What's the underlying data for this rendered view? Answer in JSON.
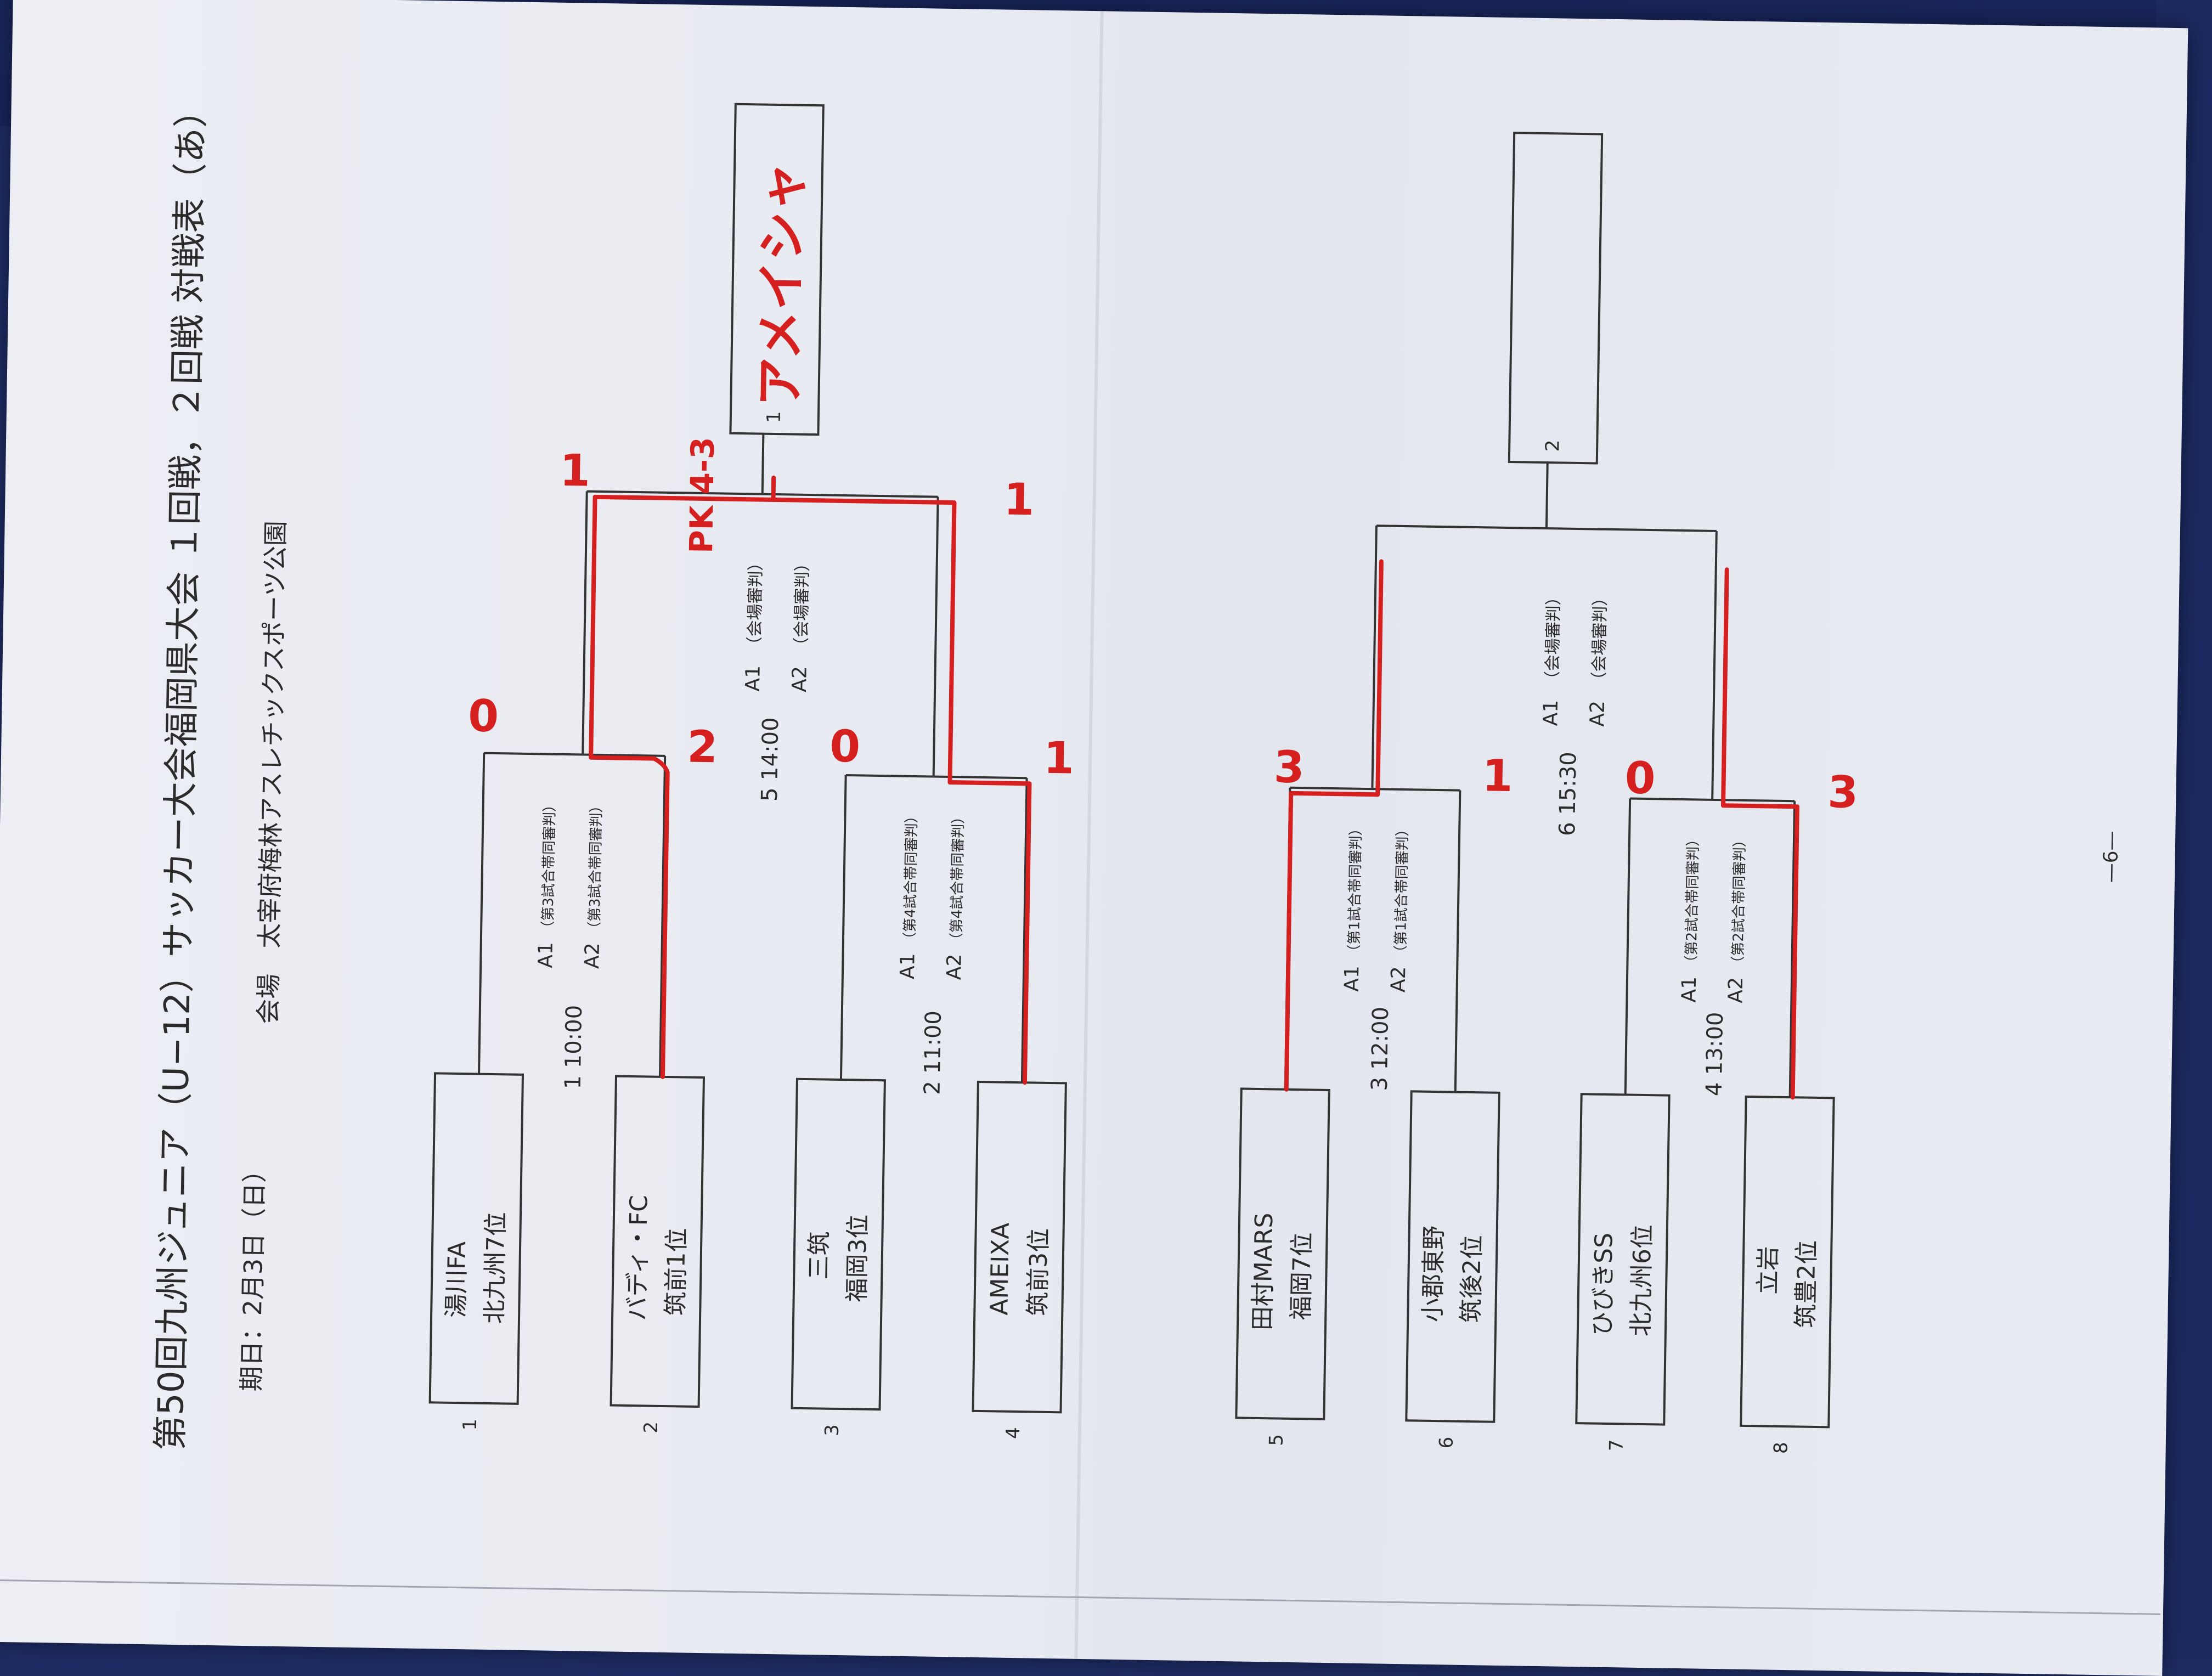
{
  "document": {
    "title": "第50回九州ジュニア（U−12）サッカー大会福岡県大会 １回戦，２回戦 対戦表（あ）",
    "date_line": "期日：2月3日（日）",
    "venue_line": "会場　太宰府梅林アスレチックスポーツ公園",
    "page_number": "—6—"
  },
  "teams": [
    {
      "seed": "1",
      "name": "湯川FA",
      "rank": "北九州7位"
    },
    {
      "seed": "2",
      "name": "バディ・FC",
      "rank": "筑前1位"
    },
    {
      "seed": "3",
      "name": "三筑",
      "rank": "福岡3位"
    },
    {
      "seed": "4",
      "name": "AMEIXA",
      "rank": "筑前3位"
    },
    {
      "seed": "5",
      "name": "田村MARS",
      "rank": "福岡7位"
    },
    {
      "seed": "6",
      "name": "小郡東野",
      "rank": "筑後2位"
    },
    {
      "seed": "7",
      "name": "ひびきSS",
      "rank": "北九州6位"
    },
    {
      "seed": "8",
      "name": "立岩",
      "rank": "筑豊2位"
    }
  ],
  "matches": [
    {
      "time": "1 10:00",
      "a1": "A1",
      "a1_note": "（第3試合帯同審判）",
      "a2": "A2",
      "a2_note": "（第3試合帯同審判）"
    },
    {
      "time": "2 11:00",
      "a1": "A1",
      "a1_note": "（第4試合帯同審判）",
      "a2": "A2",
      "a2_note": "（第4試合帯同審判）"
    },
    {
      "time": "3 12:00",
      "a1": "A1",
      "a1_note": "（第1試合帯同審判）",
      "a2": "A2",
      "a2_note": "（第1試合帯同審判）"
    },
    {
      "time": "4 13:00",
      "a1": "A1",
      "a1_note": "（第2試合帯同審判）",
      "a2": "A2",
      "a2_note": "（第2試合帯同審判）"
    },
    {
      "time": "5 14:00",
      "a1": "A1",
      "a1_note": "（会場審判）",
      "a2": "A2",
      "a2_note": "（会場審判）"
    },
    {
      "time": "6 15:30",
      "a1": "A1",
      "a1_note": "（会場審判）",
      "a2": "A2",
      "a2_note": "（会場審判）"
    }
  ],
  "winners": [
    {
      "seed": "1",
      "handwritten": "アメイシャ"
    },
    {
      "seed": "2",
      "handwritten": ""
    }
  ],
  "handwritten_scores": {
    "m1_top": "0",
    "m1_bottom": "2",
    "m2_top": "0",
    "m2_bottom": "1",
    "m3_top": "3",
    "m3_bottom": "1",
    "m4_top": "0",
    "m4_bottom": "3",
    "m5_top": "1",
    "m5_bottom": "1",
    "m5_pk": "PK 4-3"
  },
  "colors": {
    "ink": "#2b2b2b",
    "red_pen": "#d62020",
    "paper": "#eceef4",
    "backdrop": "#1e2c63"
  }
}
